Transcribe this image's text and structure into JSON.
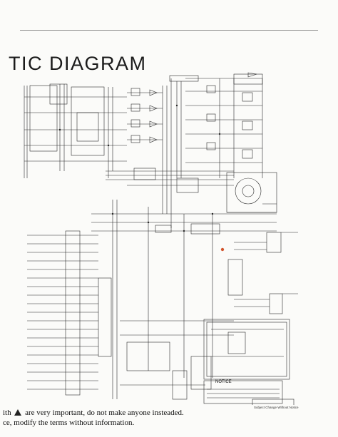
{
  "title": "TIC DIAGRAM",
  "notice": {
    "title": "NOTICE",
    "subject_line": "Subject Change Without Notice"
  },
  "footer": {
    "line1_prefix": "ith",
    "line1_suffix": "are very important, do not make anyone insteaded.",
    "line2": "ce, modify the terms without information."
  },
  "colors": {
    "ink": "#2a2a2a",
    "paper": "#fbfbf9",
    "marker": "#d2542c"
  },
  "icons": [
    "warning-triangle-icon"
  ]
}
